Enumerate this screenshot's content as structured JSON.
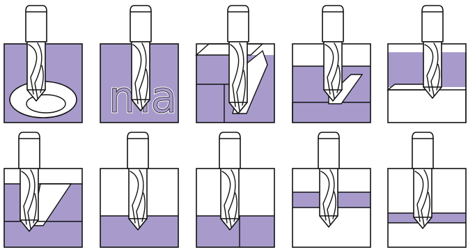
{
  "colors": {
    "material": "#a89bcc",
    "outline": "#111111",
    "background": "#ffffff"
  },
  "panels": [
    {
      "name": "panel-helical-interpolation",
      "kind": "helical"
    },
    {
      "name": "panel-engraving",
      "kind": "engraving",
      "text": "ma"
    },
    {
      "name": "panel-chamfer-3d",
      "kind": "chamfer3d"
    },
    {
      "name": "panel-chamfer-edge",
      "kind": "chamferEdge"
    },
    {
      "name": "panel-slot-chamfer",
      "kind": "slotChamfer"
    },
    {
      "name": "panel-v-groove",
      "kind": "vgroove"
    },
    {
      "name": "panel-spot-drill",
      "kind": "spot"
    },
    {
      "name": "panel-v-slot",
      "kind": "vslot"
    },
    {
      "name": "panel-chamfer-band",
      "kind": "band"
    },
    {
      "name": "panel-chamfer-line",
      "kind": "line"
    }
  ]
}
